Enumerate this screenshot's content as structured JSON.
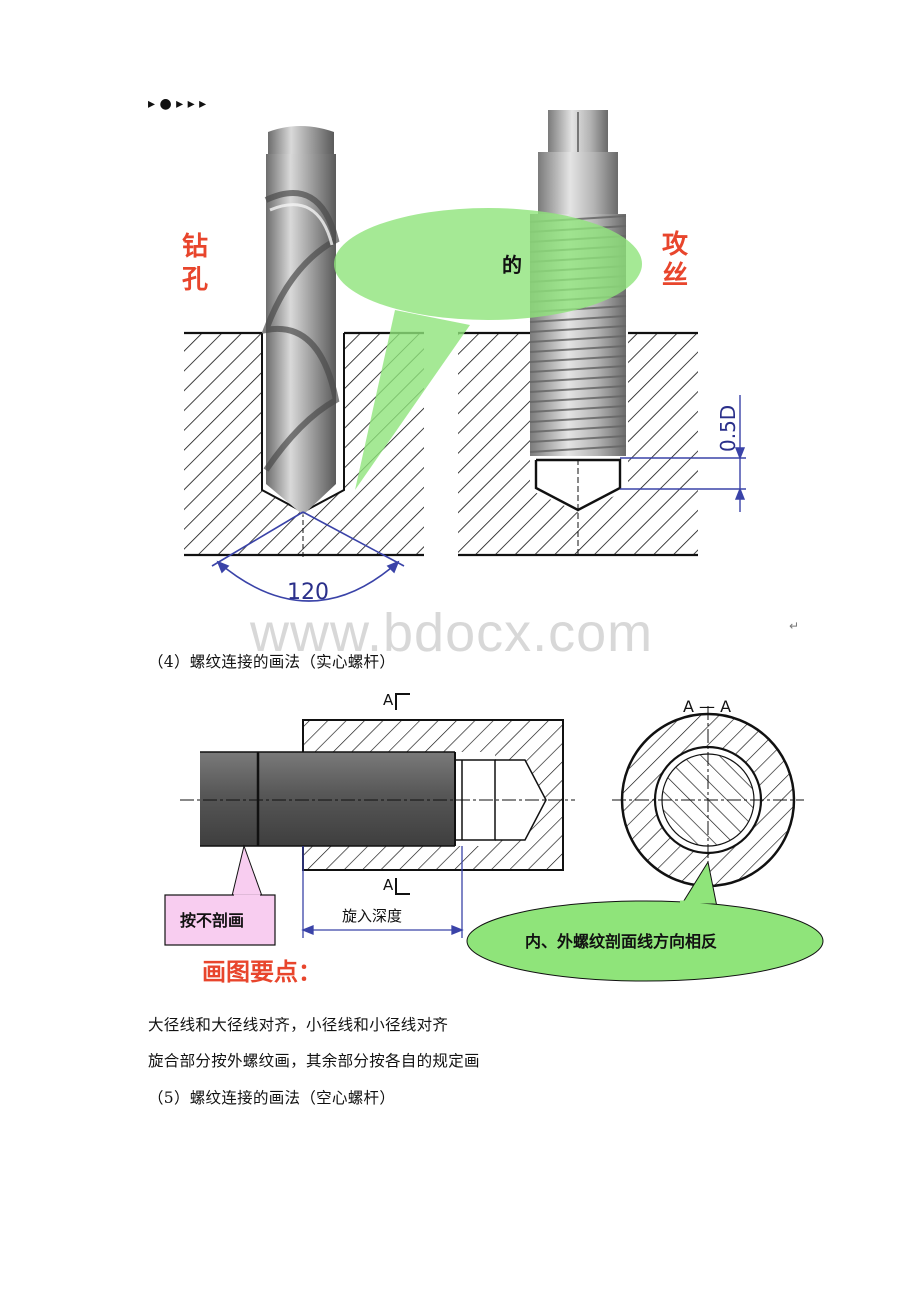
{
  "figure1": {
    "label_drill": [
      "钻",
      "孔"
    ],
    "label_tap": [
      "攻",
      "丝"
    ],
    "bubble_text": "的",
    "angle_label": "120",
    "depth_label": "0.5D",
    "top_marks": "▸ ● ▸ ▸ ▸"
  },
  "watermark": "www.bdocx.com",
  "return_mark": "↵",
  "captions": {
    "cap4": "（4）螺纹连接的画法（实心螺杆）",
    "cap5": "（5）螺纹连接的画法（空心螺杆）"
  },
  "figure2": {
    "section_top": "A",
    "section_bottom": "A",
    "section_view_title": "A — A",
    "callout_no_section": "按不剖画",
    "dimension_label": "旋入深度",
    "callout_hatch": "内、外螺纹剖面线方向相反",
    "points_title": "画图要点："
  },
  "notes": [
    "大径线和大径线对齐，小径线和小径线对齐",
    "旋合部分按外螺纹画，其余部分按各自的规定画"
  ],
  "colors": {
    "label_red": "#e8452c",
    "callout_green": "#8fe47a",
    "callout_pink": "#f8cdf0",
    "dimension_blue": "#3a43a8"
  }
}
